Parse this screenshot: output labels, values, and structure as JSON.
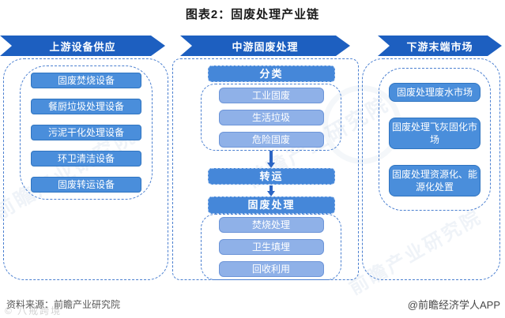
{
  "title": "图表2：固废处理产业链",
  "colors": {
    "banner_blue": "#1d5fc0",
    "box_medium_blue": "#4a8edb",
    "box_light_blue": "#8fb1e8",
    "dashed_border_blue": "#4a7fd0",
    "arrow_blue": "#2b65c4"
  },
  "upstream": {
    "header": "上游设备供应",
    "items": [
      "固废焚烧设备",
      "餐厨垃圾处理设备",
      "污泥干化处理设备",
      "环卫清洁设备",
      "固废转运设备"
    ]
  },
  "midstream": {
    "header": "中游固废处理",
    "classify_label": "分类",
    "classify_items": [
      "工业固废",
      "生活垃圾",
      "危险固废"
    ],
    "transfer_label": "转运",
    "treatment_label": "固废处理",
    "treatment_items": [
      "焚烧处理",
      "卫生填埋",
      "回收利用"
    ]
  },
  "downstream": {
    "header": "下游末端市场",
    "items": [
      "固废处理废水市场",
      "固废处理飞灰固化市场",
      "固废处理资源化、能源化处置"
    ]
  },
  "footer": {
    "source": "资料来源：前瞻产业研究院",
    "credit": "@前瞻经济学人APP"
  },
  "watermark": {
    "brand": "前瞻产业研究院",
    "corner": "© 八戒跨境"
  }
}
